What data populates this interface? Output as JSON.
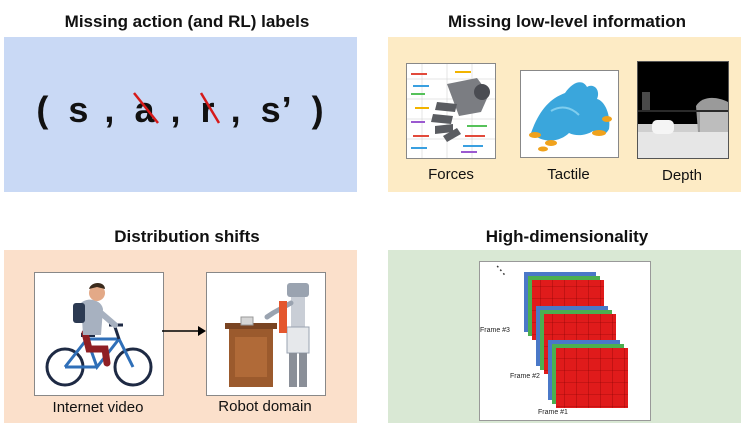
{
  "quadrants": {
    "labels": {
      "title": "Missing action (and RL) labels",
      "tuple": {
        "open": "(",
        "s": "s",
        "a": "a",
        "r": "r",
        "s_prime": "s’",
        "close": ")",
        "sep": ","
      },
      "bg_color": "#c9d9f5",
      "strike_color": "#d61a1a"
    },
    "lowlevel": {
      "title": "Missing low-level information",
      "captions": [
        "Forces",
        "Tactile",
        "Depth"
      ],
      "bg_color": "#fdebc5"
    },
    "shift": {
      "title": "Distribution shifts",
      "captions": [
        "Internet video",
        "Robot domain"
      ],
      "bg_color": "#fbe0cb"
    },
    "highdim": {
      "title": "High-dimensionality",
      "frame_labels": [
        "Frame #3",
        "Frame #2",
        "Frame #1"
      ],
      "dots": "⋮",
      "bg_color": "#d9e8d4"
    }
  }
}
